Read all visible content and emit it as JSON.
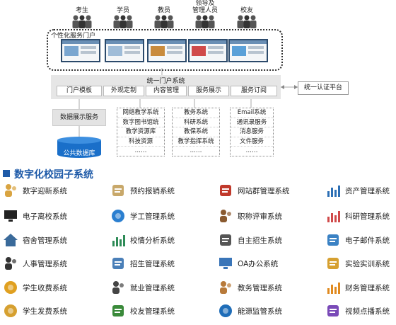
{
  "users": [
    {
      "label": "考生"
    },
    {
      "label": "学员"
    },
    {
      "label": "教员"
    },
    {
      "label": "领导及\n管理人员"
    },
    {
      "label": "校友"
    }
  ],
  "portal": {
    "label": "个性化服务门户"
  },
  "unified_portal": {
    "title": "统一门户系统",
    "buttons": [
      "门户模板",
      "外观定制",
      "内容管理",
      "服务展示",
      "服务订阅"
    ]
  },
  "auth_platform": "统一认证平台",
  "data_display": "数据展示服务",
  "database": "公共数据库",
  "columns": [
    {
      "items": [
        "网络教学系统",
        "数字图书馆统",
        "教学资源库",
        "科技资源",
        "……"
      ]
    },
    {
      "items": [
        "教务系统",
        "科研系统",
        "教保系统",
        "教学指挥系统",
        "……"
      ]
    },
    {
      "items": [
        "Email系统",
        "通讯录服务",
        "消息服务",
        "文件服务",
        "……"
      ]
    }
  ],
  "section": {
    "title": "数字化校园子系统"
  },
  "subsystems": [
    [
      "数字迎新系统",
      "预约报销系统",
      "网站群管理系统",
      "资产管理系统"
    ],
    [
      "电子离校系统",
      "学工管理系统",
      "职称评审系统",
      "科研管理系统"
    ],
    [
      "宿舍管理系统",
      "校情分析系统",
      "自主招生系统",
      "电子邮件系统"
    ],
    [
      "人事管理系统",
      "招生管理系统",
      "OA办公系统",
      "实验实训系统"
    ],
    [
      "学生收费系统",
      "就业管理系统",
      "教务管理系统",
      "财务管理系统"
    ],
    [
      "学生发费系统",
      "校友管理系统",
      "能源监管系统",
      "视频点播系统"
    ]
  ],
  "icons": [
    [
      "person-desk-icon",
      "book-icon",
      "network-icon",
      "bar-chart-icon"
    ],
    [
      "screen-icon",
      "globe-icon",
      "people-icon",
      "pie-chart-icon"
    ],
    [
      "house-icon",
      "line-chart-icon",
      "pen-icon",
      "at-icon"
    ],
    [
      "users-icon",
      "id-card-icon",
      "monitor-icon",
      "magnifier-icon"
    ],
    [
      "yen-icon",
      "worker-icon",
      "teacher-icon",
      "finance-chart-icon"
    ],
    [
      "coin-icon",
      "money-icon",
      "earth-icon",
      "video-icon"
    ]
  ],
  "colors": {
    "accent": "#1e5aa8",
    "db": "#1a6fc9"
  }
}
